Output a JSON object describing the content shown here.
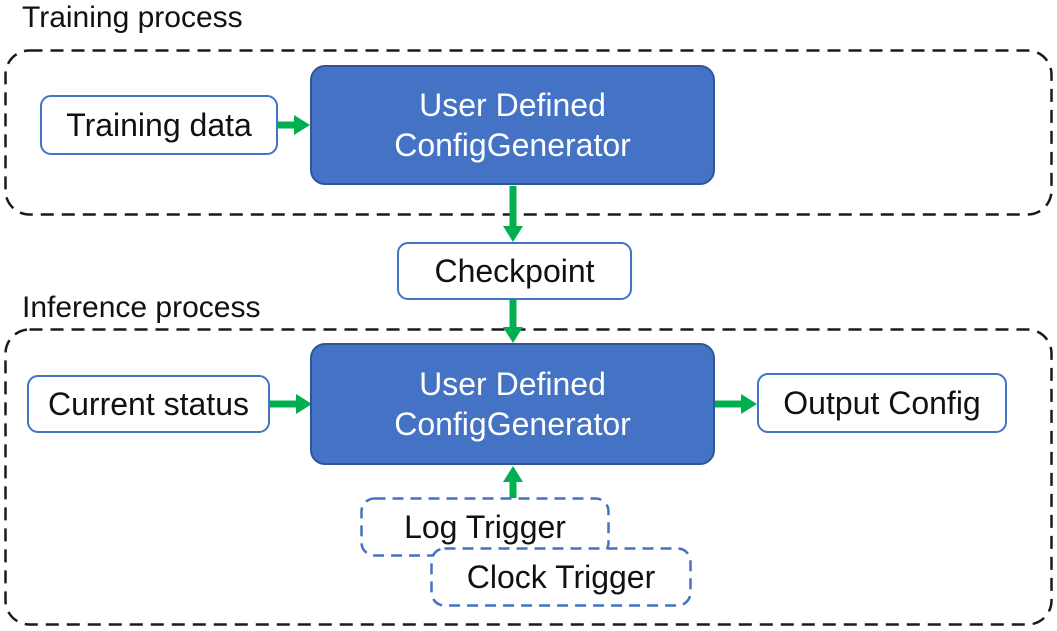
{
  "colors": {
    "accent_blue": "#4472C4",
    "accent_blue_dark": "#2F5597",
    "green": "#00B050",
    "container_border": "#1a1a1a",
    "text": "#111111",
    "white": "#ffffff"
  },
  "training": {
    "title": "Training process",
    "training_data": "Training data",
    "generator_line1": "User Defined",
    "generator_line2": "ConfigGenerator"
  },
  "checkpoint": "Checkpoint",
  "inference": {
    "title": "Inference process",
    "current_status": "Current status",
    "generator_line1": "User Defined",
    "generator_line2": "ConfigGenerator",
    "output_config": "Output Config",
    "log_trigger": "Log Trigger",
    "clock_trigger": "Clock Trigger"
  }
}
